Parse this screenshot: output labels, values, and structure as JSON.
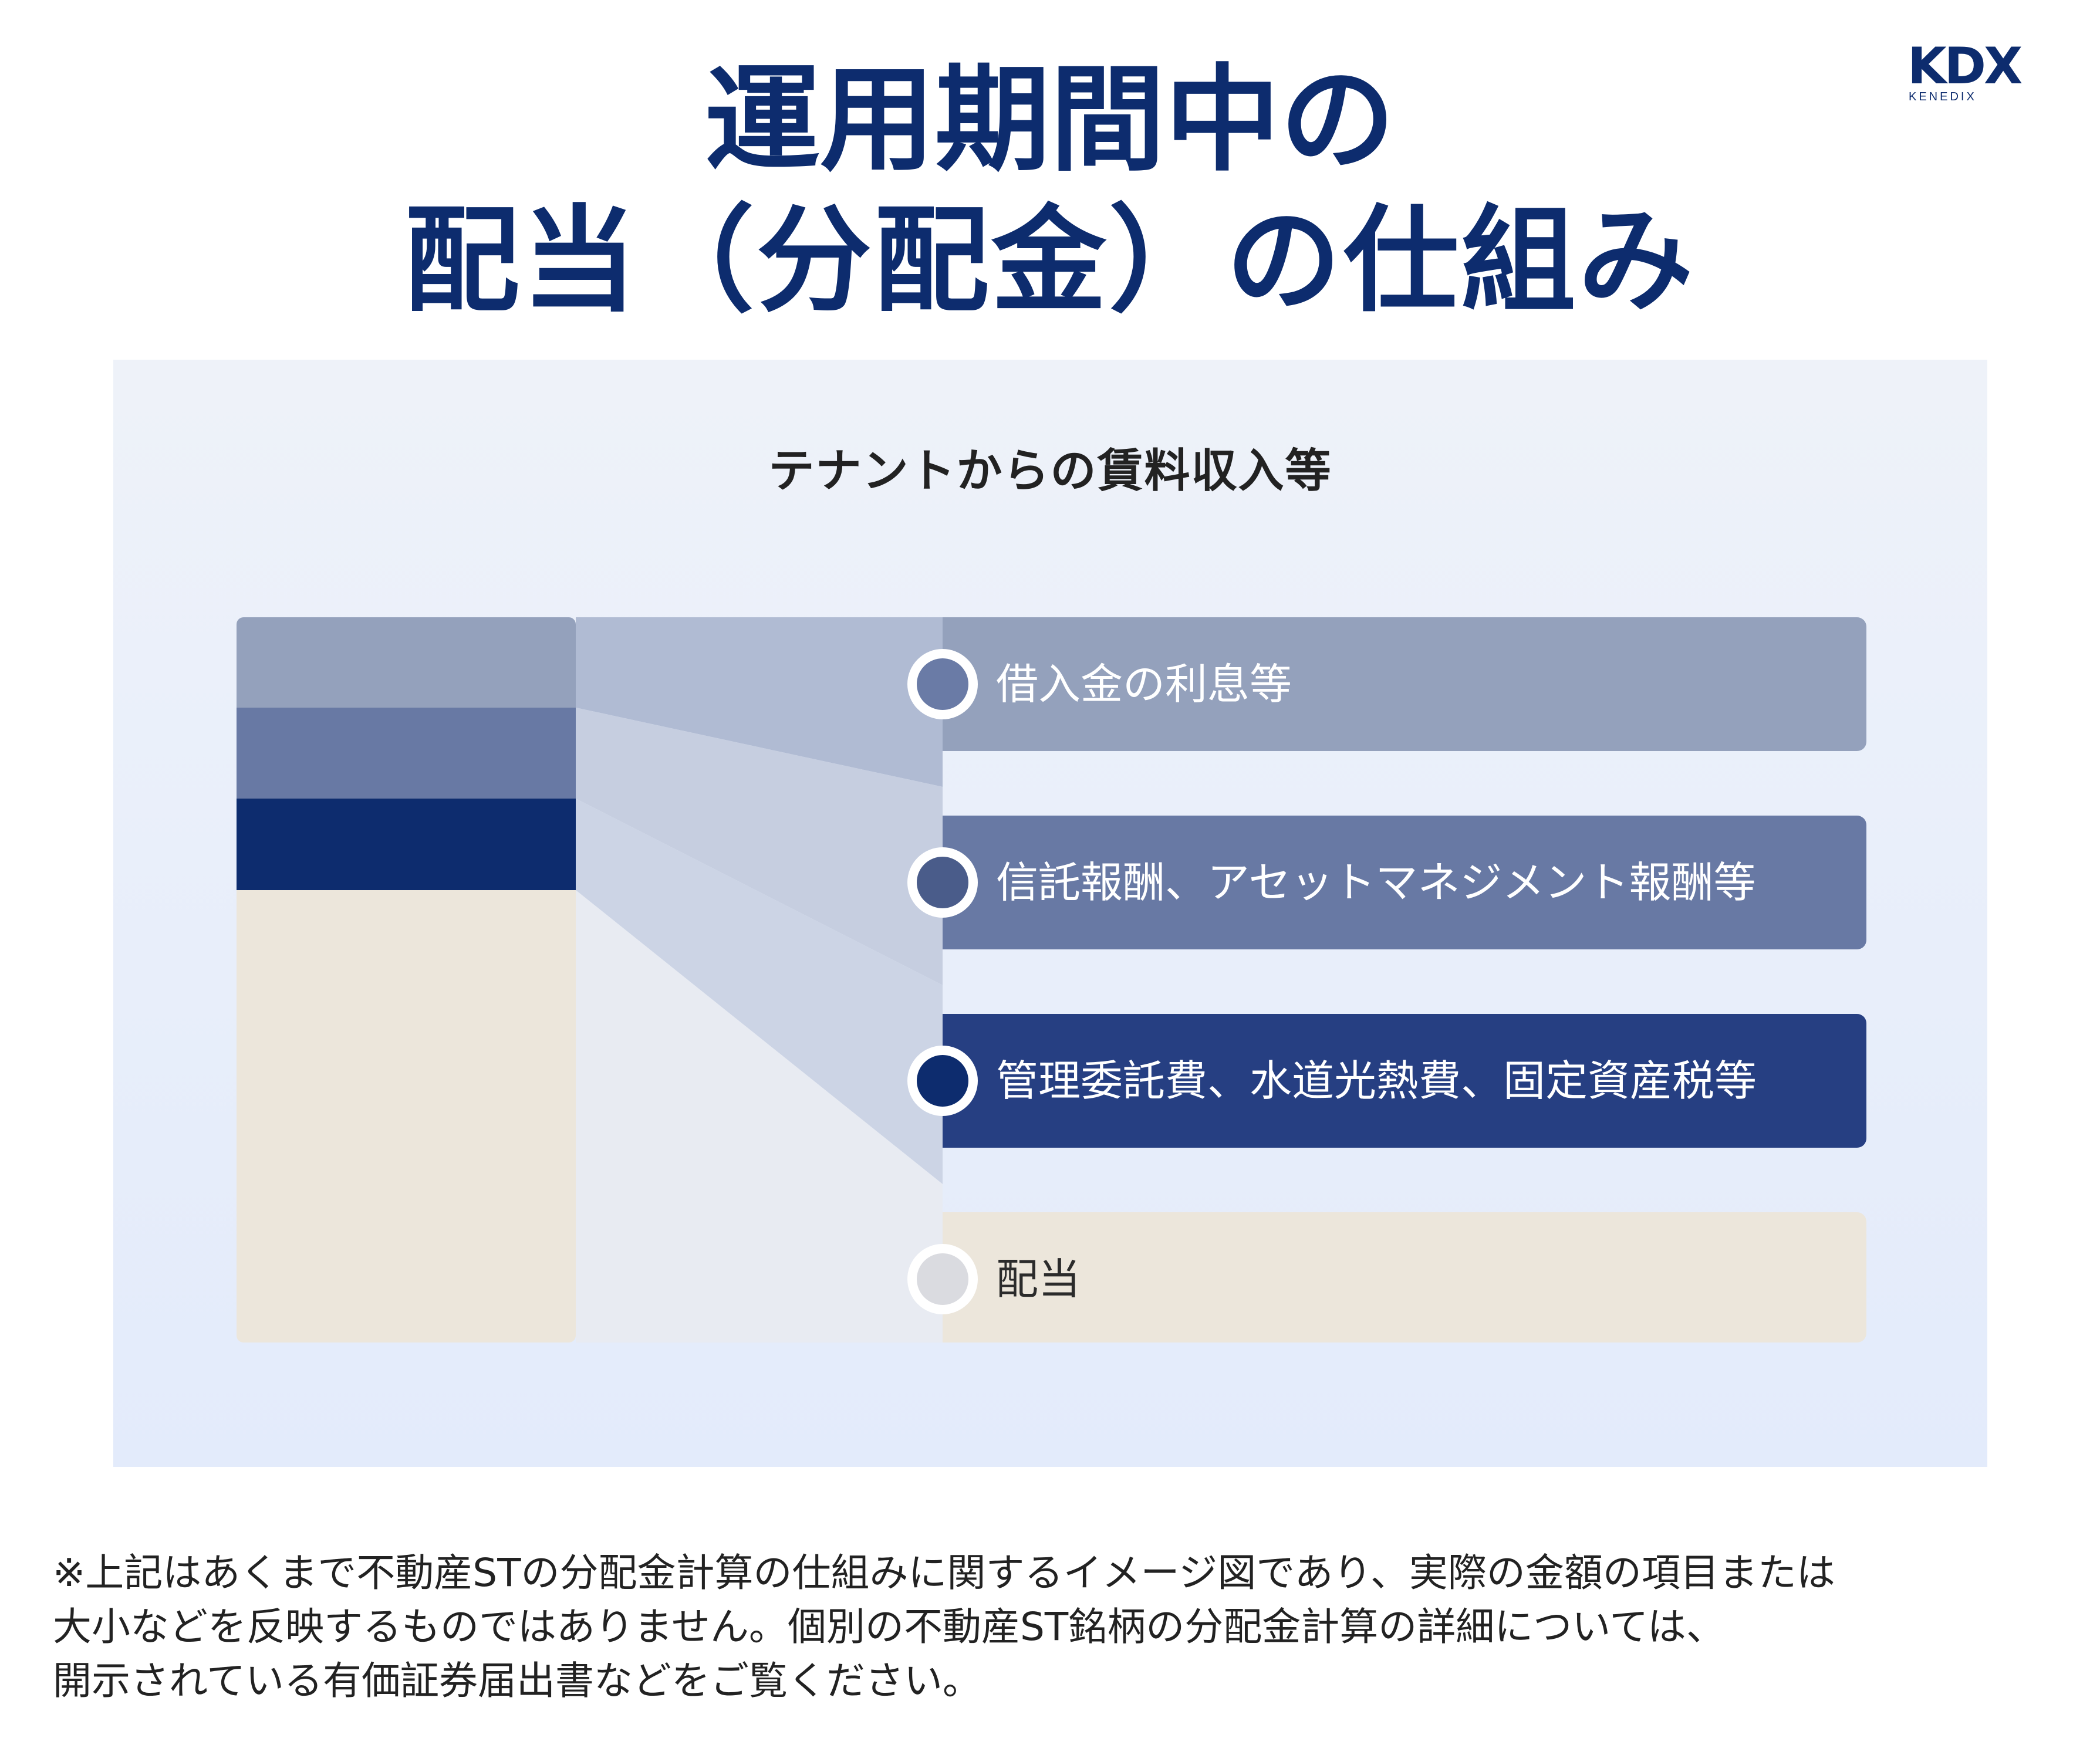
{
  "logo": {
    "mark": "KDX",
    "sub": "KENEDIX"
  },
  "title": {
    "line1": "運用期間中の",
    "line2": "配当（分配金）の仕組み"
  },
  "diagram": {
    "heading": "テナントからの賃料収入等",
    "items": [
      {
        "label": "借入金の利息等",
        "color": "#94a1bc",
        "dot": "#6a7ba6"
      },
      {
        "label": "信託報酬、アセットマネジメント報酬等",
        "color": "#6879a4",
        "dot": "#4a5c8a"
      },
      {
        "label": "管理委託費、水道光熱費、固定資産税等",
        "color": "#263f82",
        "dot": "#0d2c6e"
      },
      {
        "label": "配当",
        "color": "#ece6db",
        "dot": "#dadbe0"
      }
    ]
  },
  "footnote": {
    "line1": "※上記はあくまで不動産STの分配金計算の仕組みに関するイメージ図であり、実際の金額の項目または",
    "line2": "大小などを反映するものではありません。個別の不動産ST銘柄の分配金計算の詳細については、",
    "line3": "開示されている有価証券届出書などをご覧ください。"
  }
}
